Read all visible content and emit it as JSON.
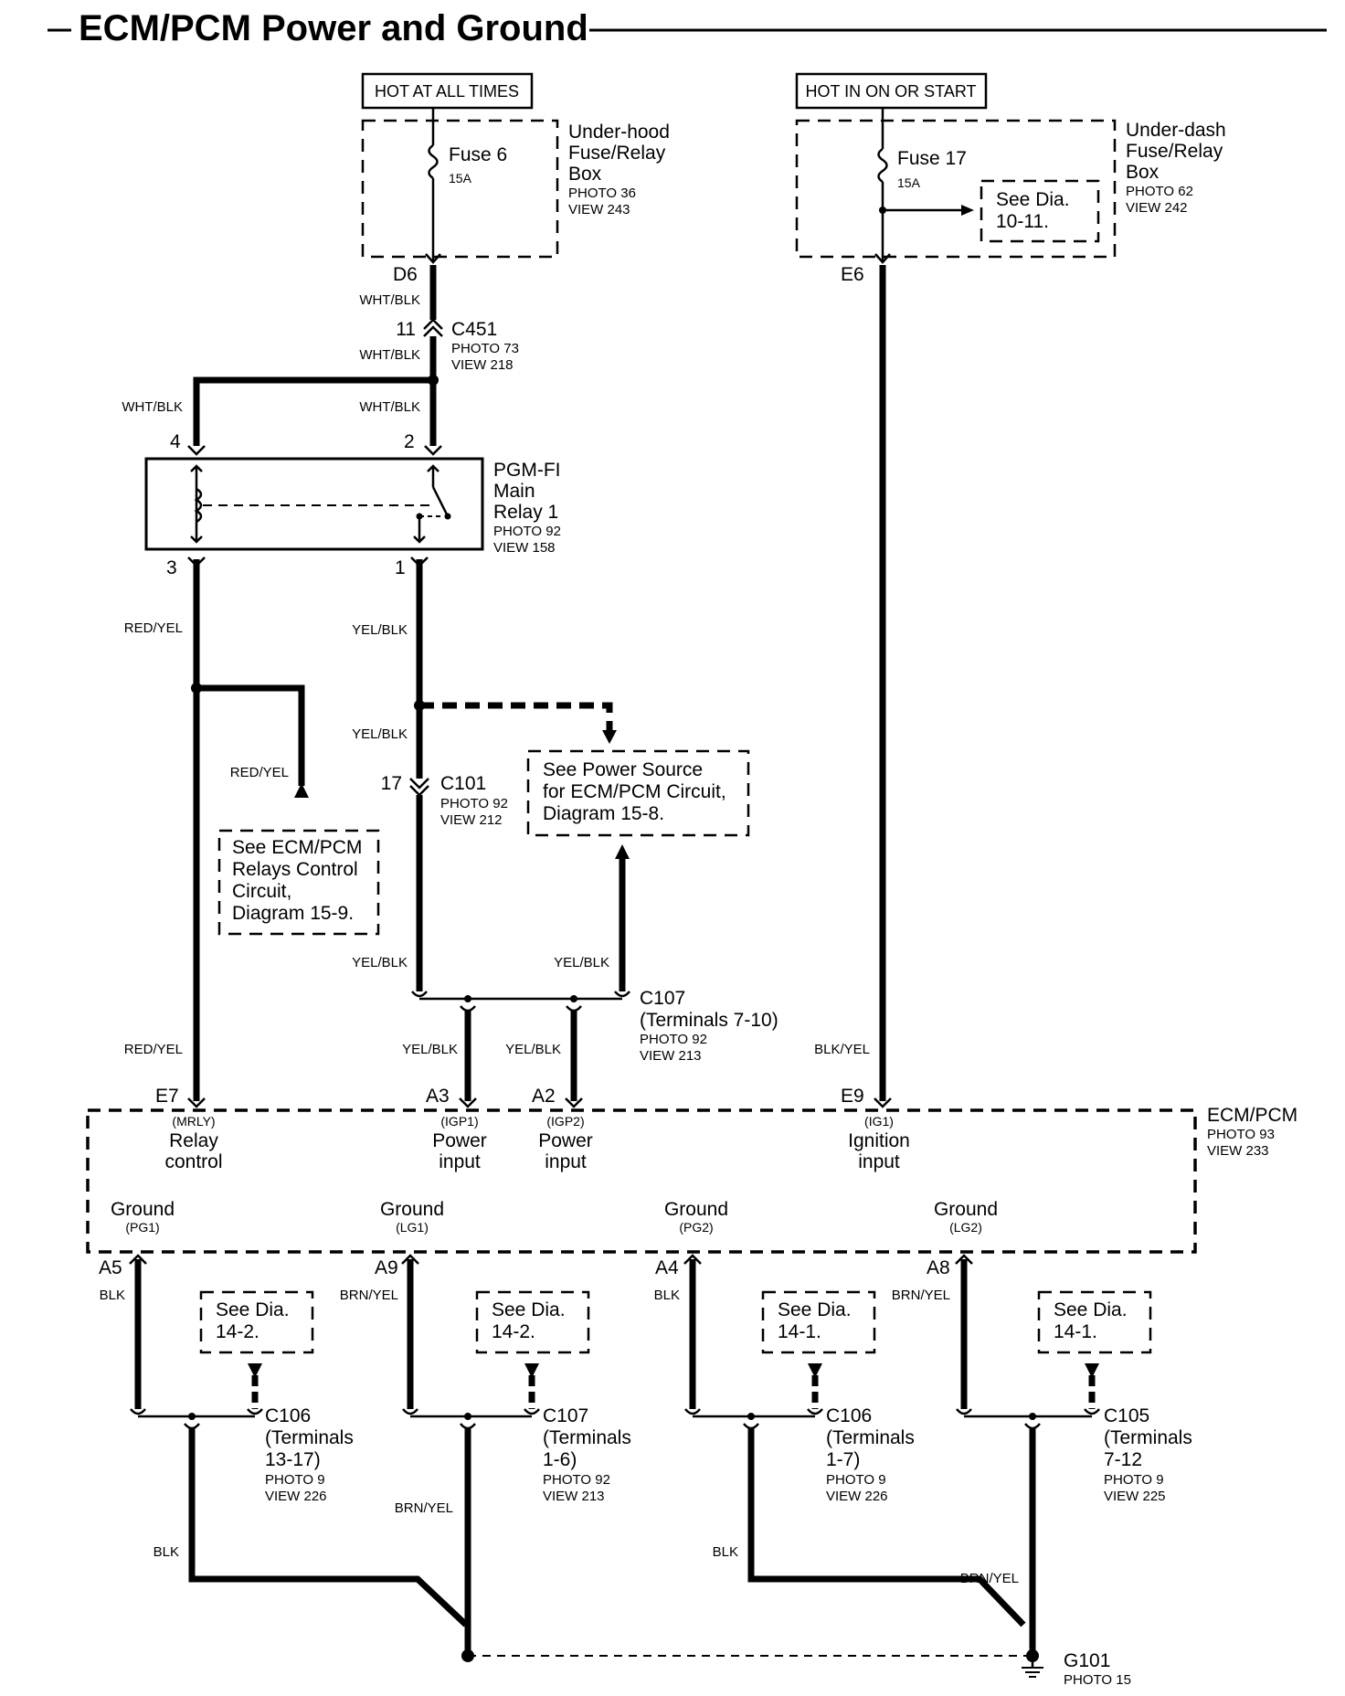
{
  "title": "ECM/PCM Power and Ground",
  "sources": {
    "hot_all_times": "HOT AT ALL TIMES",
    "hot_on_start": "HOT IN ON OR START"
  },
  "underhood_box": {
    "name1": "Under-hood",
    "name2": "Fuse/Relay",
    "name3": "Box",
    "photo": "PHOTO 36",
    "view": "VIEW 243",
    "fuse": "Fuse 6",
    "rating": "15A",
    "terminal": "D6"
  },
  "underdash_box": {
    "name1": "Under-dash",
    "name2": "Fuse/Relay",
    "name3": "Box",
    "photo": "PHOTO 62",
    "view": "VIEW 242",
    "fuse": "Fuse 17",
    "rating": "15A",
    "terminal": "E6",
    "see1": "See Dia.",
    "see2": "10-11."
  },
  "c451": {
    "pin": "11",
    "name": "C451",
    "photo": "PHOTO 73",
    "view": "VIEW 218"
  },
  "relay": {
    "name1": "PGM-FI",
    "name2": "Main",
    "name3": "Relay 1",
    "photo": "PHOTO 92",
    "view": "VIEW 158",
    "pin4": "4",
    "pin2": "2",
    "pin3": "3",
    "pin1": "1"
  },
  "c101": {
    "pin": "17",
    "name": "C101",
    "photo": "PHOTO 92",
    "view": "VIEW 212"
  },
  "ref_relays": {
    "l1": "See ECM/PCM",
    "l2": "Relays Control",
    "l3": "Circuit,",
    "l4": "Diagram 15-9."
  },
  "ref_power": {
    "l1": "See Power Source",
    "l2": "for ECM/PCM Circuit,",
    "l3": "Diagram 15-8."
  },
  "c107_top": {
    "name": "C107",
    "terms": "(Terminals 7-10)",
    "photo": "PHOTO 92",
    "view": "VIEW 213"
  },
  "wires": {
    "wht_blk": "WHT/BLK",
    "red_yel": "RED/YEL",
    "yel_blk": "YEL/BLK",
    "blk_yel": "BLK/YEL",
    "blk": "BLK",
    "brn_yel": "BRN/YEL"
  },
  "ecm": {
    "name": "ECM/PCM",
    "photo": "PHOTO 93",
    "view": "VIEW 233",
    "e7": "E7",
    "a3": "A3",
    "a2": "A2",
    "e9": "E9",
    "mrly": "(MRLY)",
    "relay": "Relay",
    "control": "control",
    "igp1": "(IGP1)",
    "igp2": "(IGP2)",
    "power": "Power",
    "input": "input",
    "ig1": "(IG1)",
    "ignition": "Ignition",
    "ground": "Ground",
    "pg1": "(PG1)",
    "lg1": "(LG1)",
    "pg2": "(PG2)",
    "lg2": "(LG2)",
    "a5": "A5",
    "a9": "A9",
    "a4": "A4",
    "a8": "A8"
  },
  "see_refs": {
    "see": "See Dia.",
    "d142": "14-2.",
    "d141": "14-1."
  },
  "grounds": [
    {
      "name": "C106",
      "t1": "(Terminals",
      "t2": "13-17)",
      "photo": "PHOTO 9",
      "view": "VIEW 226"
    },
    {
      "name": "C107",
      "t1": "(Terminals",
      "t2": "1-6)",
      "photo": "PHOTO 92",
      "view": "VIEW 213"
    },
    {
      "name": "C106",
      "t1": "(Terminals",
      "t2": "1-7)",
      "photo": "PHOTO 9",
      "view": "VIEW 226"
    },
    {
      "name": "C105",
      "t1": "(Terminals",
      "t2": "7-12",
      "photo": "PHOTO 9",
      "view": "VIEW 225"
    }
  ],
  "g101": {
    "name": "G101",
    "photo": "PHOTO 15"
  }
}
